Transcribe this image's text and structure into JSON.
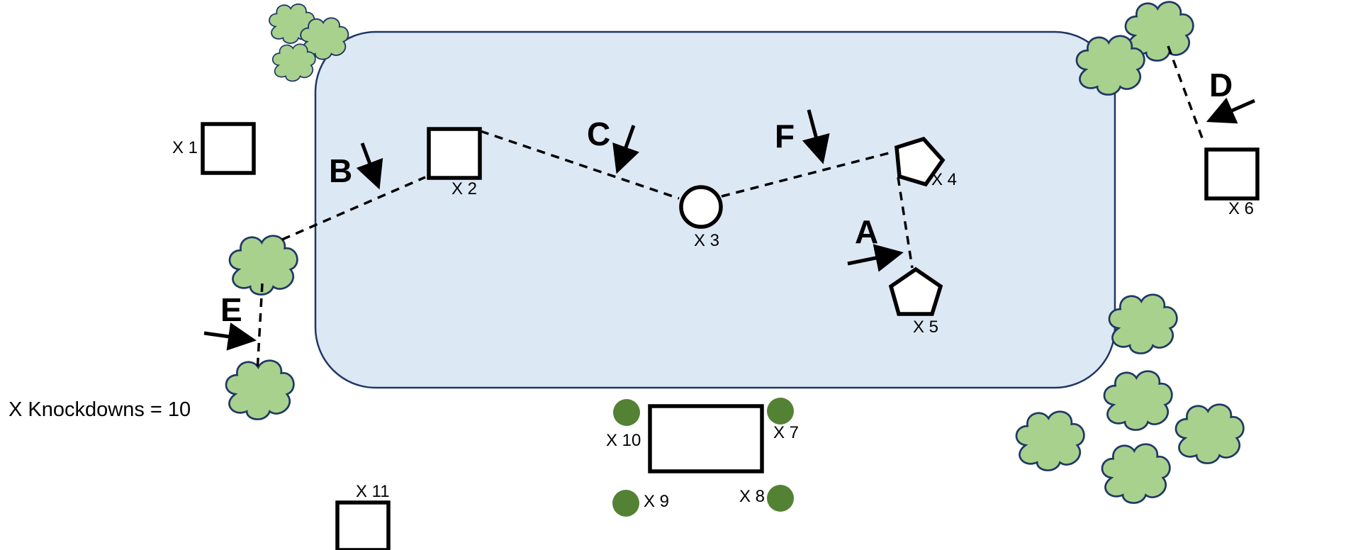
{
  "colors": {
    "pond_fill": "#dde8f5",
    "pond_stroke": "#1f3864",
    "bush_fill": "#a9d18e",
    "post_fill": "#548235",
    "line": "#000000"
  },
  "icons": [
    "bush-icon",
    "post-icon",
    "arrow-icon"
  ],
  "note": "X Knockdowns = 10",
  "targets": [
    {
      "id": "x1",
      "label": "X 1",
      "shape": "square"
    },
    {
      "id": "x2",
      "label": "X 2",
      "shape": "square"
    },
    {
      "id": "x3",
      "label": "X 3",
      "shape": "circle"
    },
    {
      "id": "x4",
      "label": "X 4",
      "shape": "pentagon"
    },
    {
      "id": "x5",
      "label": "X 5",
      "shape": "pentagon"
    },
    {
      "id": "x6",
      "label": "X 6",
      "shape": "square"
    },
    {
      "id": "x7",
      "label": "X 7",
      "shape": "post"
    },
    {
      "id": "x8",
      "label": "X 8",
      "shape": "post"
    },
    {
      "id": "x9",
      "label": "X 9",
      "shape": "post"
    },
    {
      "id": "x10",
      "label": "X 10",
      "shape": "post"
    },
    {
      "id": "x11",
      "label": "X 11",
      "shape": "square"
    }
  ],
  "arrow_labels": {
    "a": "A",
    "b": "B",
    "c": "C",
    "d": "D",
    "e": "E",
    "f": "F"
  }
}
